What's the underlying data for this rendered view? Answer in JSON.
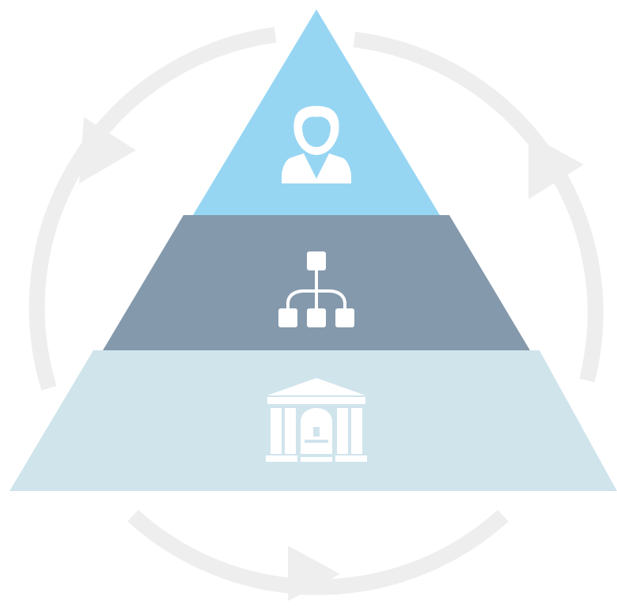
{
  "diagram": {
    "type": "pyramid-cycle",
    "tiers": [
      {
        "level": "top",
        "icon": "businessman-icon",
        "color": "#97d6f3"
      },
      {
        "level": "middle",
        "icon": "hierarchy-icon",
        "color": "#8499ac"
      },
      {
        "level": "bottom",
        "icon": "institution-building-icon",
        "color": "#d0e4ec"
      }
    ],
    "cycle": {
      "direction": "clockwise",
      "arrow_count": 3,
      "color": "#eeeeee"
    },
    "icon_color": "#ffffff"
  }
}
